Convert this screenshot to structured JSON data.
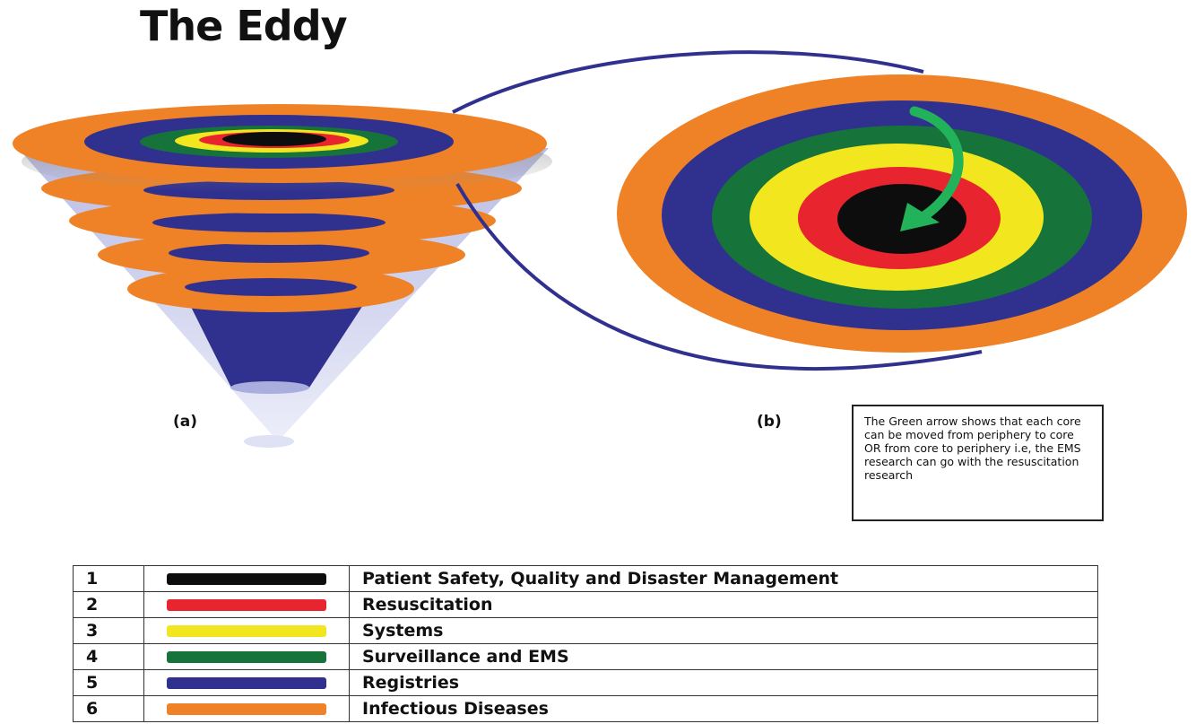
{
  "title": "The Eddy",
  "panel_a_label": "(a)",
  "panel_b_label": "(b)",
  "note": "The Green arrow shows that each core can be moved from periphery to core OR from core to periphery i.e, the EMS research can go with the resuscitation research",
  "colors": {
    "black": "#0d0d0d",
    "red": "#e8252f",
    "yellow": "#f2e71f",
    "green": "#16733a",
    "blue": "#30318f",
    "orange": "#ef8226",
    "arrow": "#22b25a",
    "cone": "#c9cbe8"
  },
  "legend": [
    {
      "number": "1",
      "label": "Patient Safety, Quality and Disaster Management",
      "color": "#0d0d0d"
    },
    {
      "number": "2",
      "label": "Resuscitation",
      "color": "#e8252f"
    },
    {
      "number": "3",
      "label": "Systems",
      "color": "#f2e71f"
    },
    {
      "number": "4",
      "label": "Surveillance and EMS",
      "color": "#16733a"
    },
    {
      "number": "5",
      "label": "Registries",
      "color": "#30318f"
    },
    {
      "number": "6",
      "label": "Infectious Diseases",
      "color": "#ef8226"
    }
  ]
}
